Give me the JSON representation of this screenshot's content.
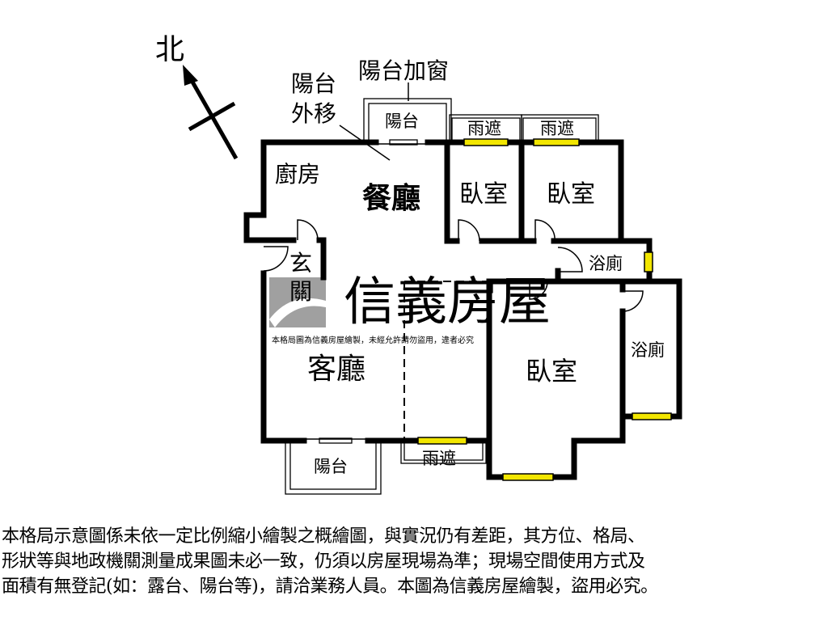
{
  "compass": {
    "north_label": "北"
  },
  "annotations": {
    "balcony_window": "陽台加窗",
    "balcony_move_line1": "陽台",
    "balcony_move_line2": "外移"
  },
  "rooms": {
    "balcony_top": "陽台",
    "awning1": "雨遮",
    "awning2": "雨遮",
    "kitchen": "廚房",
    "dining": "餐廳",
    "bedroom1": "臥室",
    "bedroom2": "臥室",
    "bath1": "浴廁",
    "entry_line1": "玄",
    "entry_line2": "關",
    "living": "客廳",
    "master": "臥室",
    "bath2": "浴廁",
    "balcony_bottom": "陽台",
    "awning3": "雨遮"
  },
  "watermark": {
    "brand": "信義房屋",
    "note": "本格局圖為信義房屋繪製，未經允許請勿盜用，違者必究"
  },
  "disclaimer": [
    "本格局示意圖係未依一定比例縮小繪製之概繪圖，與實況仍有差距，其方位、格局、",
    "形狀等與地政機關測量成果圖未必一致，仍須以房屋現場為準；現場空間使用方式及",
    "面積有無登記(如：露台、陽台等)，請洽業務人員。本圖為信義房屋繪製，盜用必究。"
  ],
  "colors": {
    "wall": "#000000",
    "window": "#f2e600",
    "watermark": "#a0a0a0"
  }
}
